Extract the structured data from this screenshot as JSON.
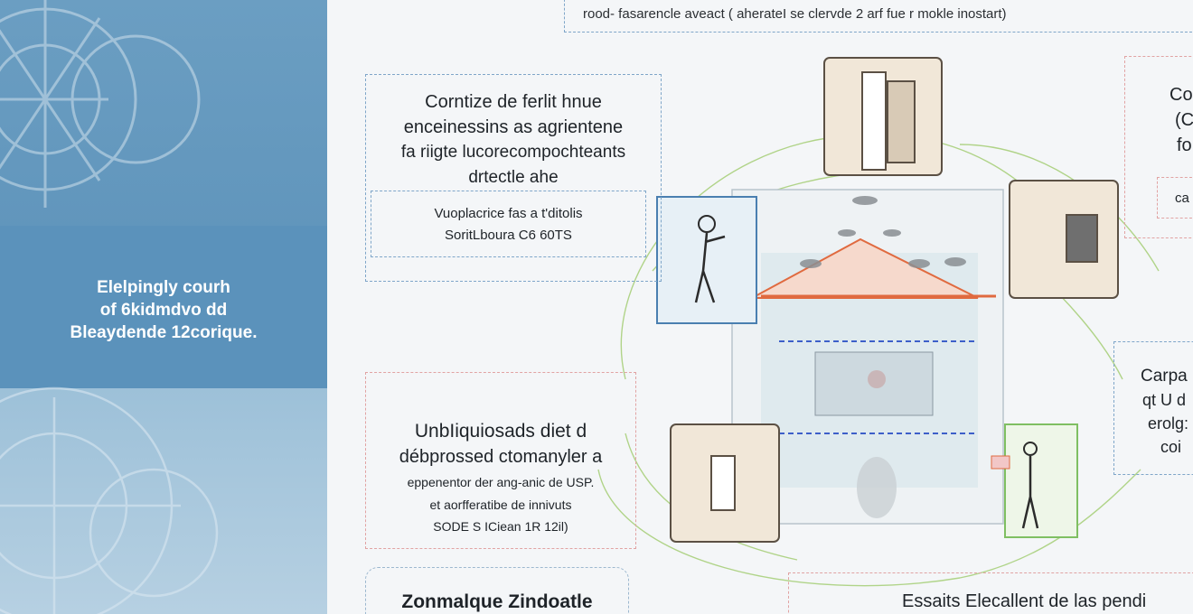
{
  "sidebar": {
    "lines": [
      "Elelpingly courh",
      "of 6kidmdvo dd",
      "Bleaydende 12corique."
    ]
  },
  "diagram": {
    "top_caption": "rood- fasarencle aveact ( aherateI se clervde 2 arf fue r mokle inostart)",
    "card_a": {
      "lines": [
        "Corntize de ferlit hnue",
        "enceinessins as agrientene",
        "fa riigte lucorecompochteants",
        "drtectle ahe"
      ],
      "sub_lines": [
        "Vuoplacrice fas a t'ditolis",
        "SoritLboura C6 60TS"
      ]
    },
    "card_b": {
      "lines": [
        "UnbIiquiosads diet d",
        "débprossed ctomanyler a"
      ],
      "sub_lines": [
        "eppenentor der ang-anic de USP.",
        "et aorfferatibe de innivuts",
        "SODE S ICiean 1R 12il)"
      ]
    },
    "card_c": {
      "title": "Zonmalque Zindoatle"
    },
    "card_d": {
      "lines": [
        "Co",
        "(C",
        "fo"
      ],
      "sub": "ca"
    },
    "card_e": {
      "lines": [
        "Carpa",
        "qt U d",
        "erolg:",
        "coi"
      ]
    },
    "card_f": {
      "text": "Essaits Elecallent de las pendi"
    }
  },
  "colors": {
    "accent_blue": "#4a7fb0",
    "accent_red": "#e06a3f",
    "line_green": "#a9d07c",
    "sidebar_bg": "#5f94bb"
  },
  "icons": [
    "snowflake-decoration",
    "cabinet-icon",
    "person-icon",
    "house-icon",
    "drone-icon"
  ]
}
